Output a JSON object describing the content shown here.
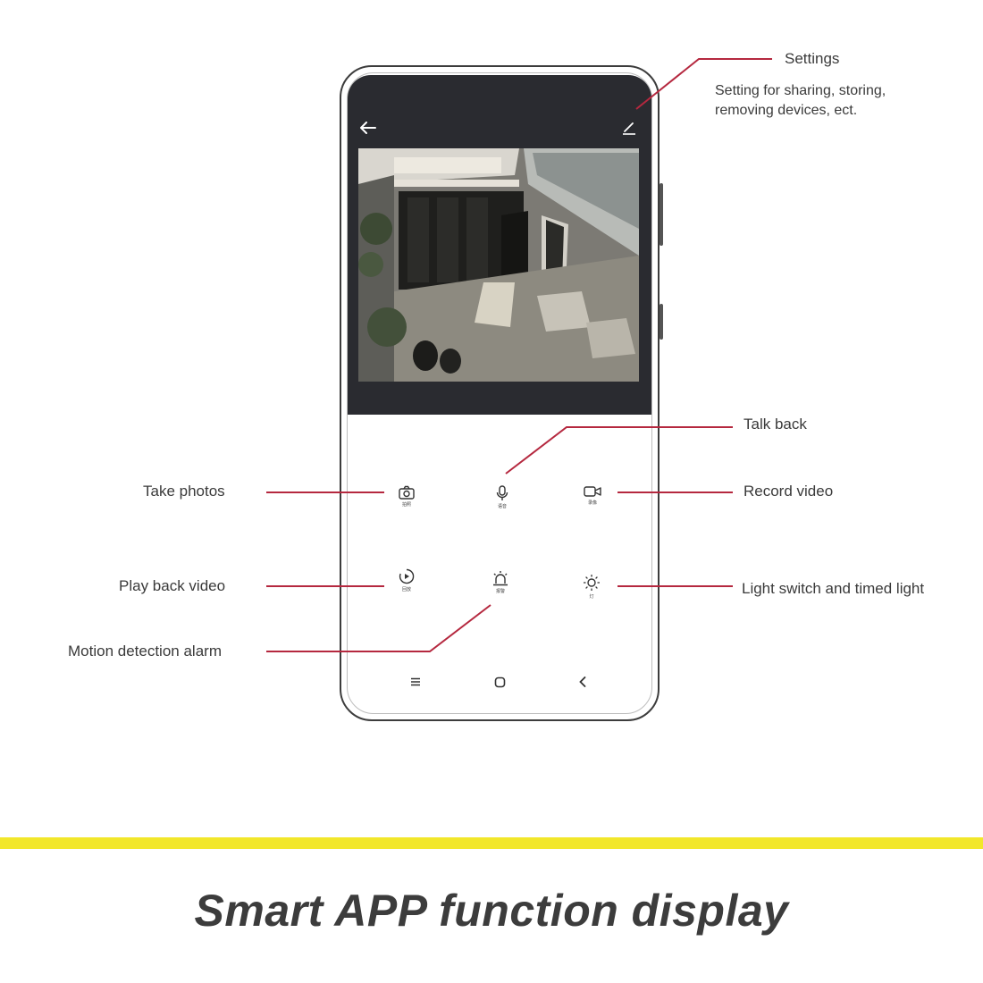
{
  "app": {
    "functions": [
      {
        "key": "photo",
        "sublabel": "拍照"
      },
      {
        "key": "talk",
        "sublabel": "语音"
      },
      {
        "key": "record",
        "sublabel": "录像"
      },
      {
        "key": "playback",
        "sublabel": "回放"
      },
      {
        "key": "alarm",
        "sublabel": "报警"
      },
      {
        "key": "light",
        "sublabel": "灯"
      }
    ]
  },
  "callouts": {
    "settings": {
      "title": "Settings",
      "desc_line1": "Setting for sharing, storing,",
      "desc_line2": "removing devices, ect."
    },
    "talk_back": "Talk back",
    "take_photos": "Take photos",
    "record_video": "Record video",
    "play_back_video": "Play back video",
    "light_switch": "Light switch and timed light",
    "motion_alarm": "Motion detection alarm"
  },
  "footer": {
    "title": "Smart APP function display"
  },
  "colors": {
    "accent_line": "#b5283f",
    "banner": "#f2e72a",
    "screen_dark": "#2a2b30"
  },
  "icons": [
    "back-arrow-icon",
    "edit-pencil-icon",
    "camera-icon",
    "microphone-icon",
    "video-camera-icon",
    "playback-icon",
    "alarm-siren-icon",
    "sun-light-icon",
    "menu-icon",
    "home-icon",
    "back-chevron-icon"
  ]
}
